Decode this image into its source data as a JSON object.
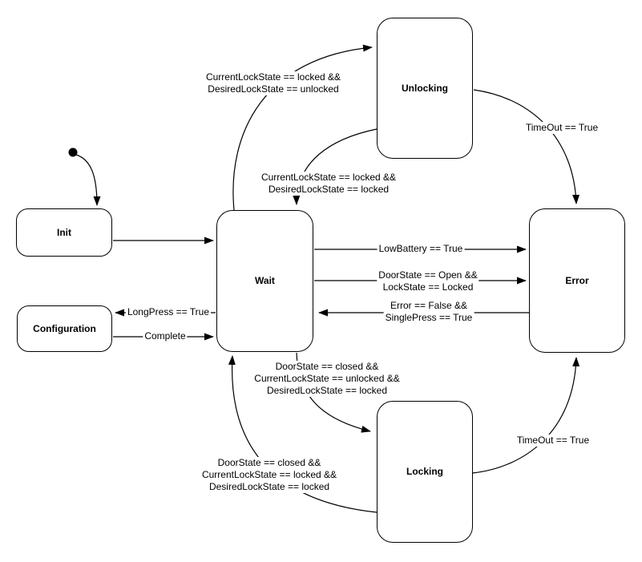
{
  "diagram": {
    "type": "state-machine",
    "background_color": "#ffffff",
    "stroke_color": "#000000"
  },
  "states": {
    "init": {
      "label": "Init"
    },
    "configuration": {
      "label": "Configuration"
    },
    "wait": {
      "label": "Wait"
    },
    "unlocking": {
      "label": "Unlocking"
    },
    "error": {
      "label": "Error"
    },
    "locking": {
      "label": "Locking"
    }
  },
  "transitions": {
    "wait_to_unlocking": {
      "label": "CurrentLockState == locked &&\nDesiredLockState == unlocked"
    },
    "unlocking_to_wait": {
      "label": "CurrentLockState == locked &&\nDesiredLockState == locked"
    },
    "unlocking_to_error": {
      "label": "TimeOut == True"
    },
    "wait_to_error_battery": {
      "label": "LowBattery == True"
    },
    "wait_to_error_door": {
      "label": "DoorState == Open &&\nLockState == Locked"
    },
    "error_to_wait": {
      "label": "Error == False &&\nSinglePress == True"
    },
    "wait_to_configuration": {
      "label": "LongPress == True"
    },
    "configuration_to_wait": {
      "label": "Complete"
    },
    "wait_to_locking": {
      "label": "DoorState == closed &&\nCurrentLockState == unlocked &&\nDesiredLockState == locked"
    },
    "locking_to_wait": {
      "label": "DoorState == closed &&\nCurrentLockState == locked &&\nDesiredLockState == locked"
    },
    "locking_to_error": {
      "label": "TimeOut == True"
    }
  }
}
